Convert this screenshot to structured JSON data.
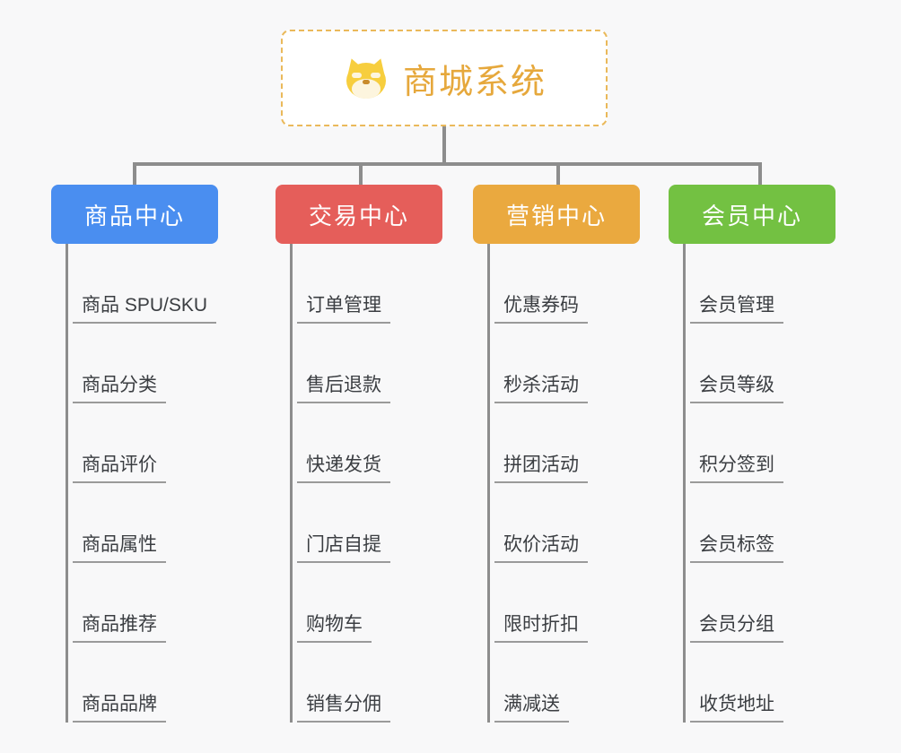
{
  "diagram": {
    "type": "mindmap",
    "background_color": "#f8f8f9",
    "root": {
      "title": "商城系统",
      "icon": "shiba-dog-face-emoji",
      "icon_glyph": "🐶",
      "text_color": "#e6a83c",
      "border_color": "#eab95a",
      "border_style": "dashed"
    },
    "branches": [
      {
        "label": "商品中心",
        "color": "#4a8ef0",
        "items": [
          "商品 SPU/SKU",
          "商品分类",
          "商品评价",
          "商品属性",
          "商品推荐",
          "商品品牌"
        ]
      },
      {
        "label": "交易中心",
        "color": "#e55e5a",
        "items": [
          "订单管理",
          "售后退款",
          "快递发货",
          "门店自提",
          "购物车",
          "销售分佣"
        ]
      },
      {
        "label": "营销中心",
        "color": "#eaa93f",
        "items": [
          "优惠券码",
          "秒杀活动",
          "拼团活动",
          "砍价活动",
          "限时折扣",
          "满减送"
        ]
      },
      {
        "label": "会员中心",
        "color": "#73c142",
        "items": [
          "会员管理",
          "会员等级",
          "积分签到",
          "会员标签",
          "会员分组",
          "收货地址"
        ]
      }
    ],
    "connector_color": "#8d8d8d",
    "leaf_rule_color": "#9a9a9a"
  }
}
